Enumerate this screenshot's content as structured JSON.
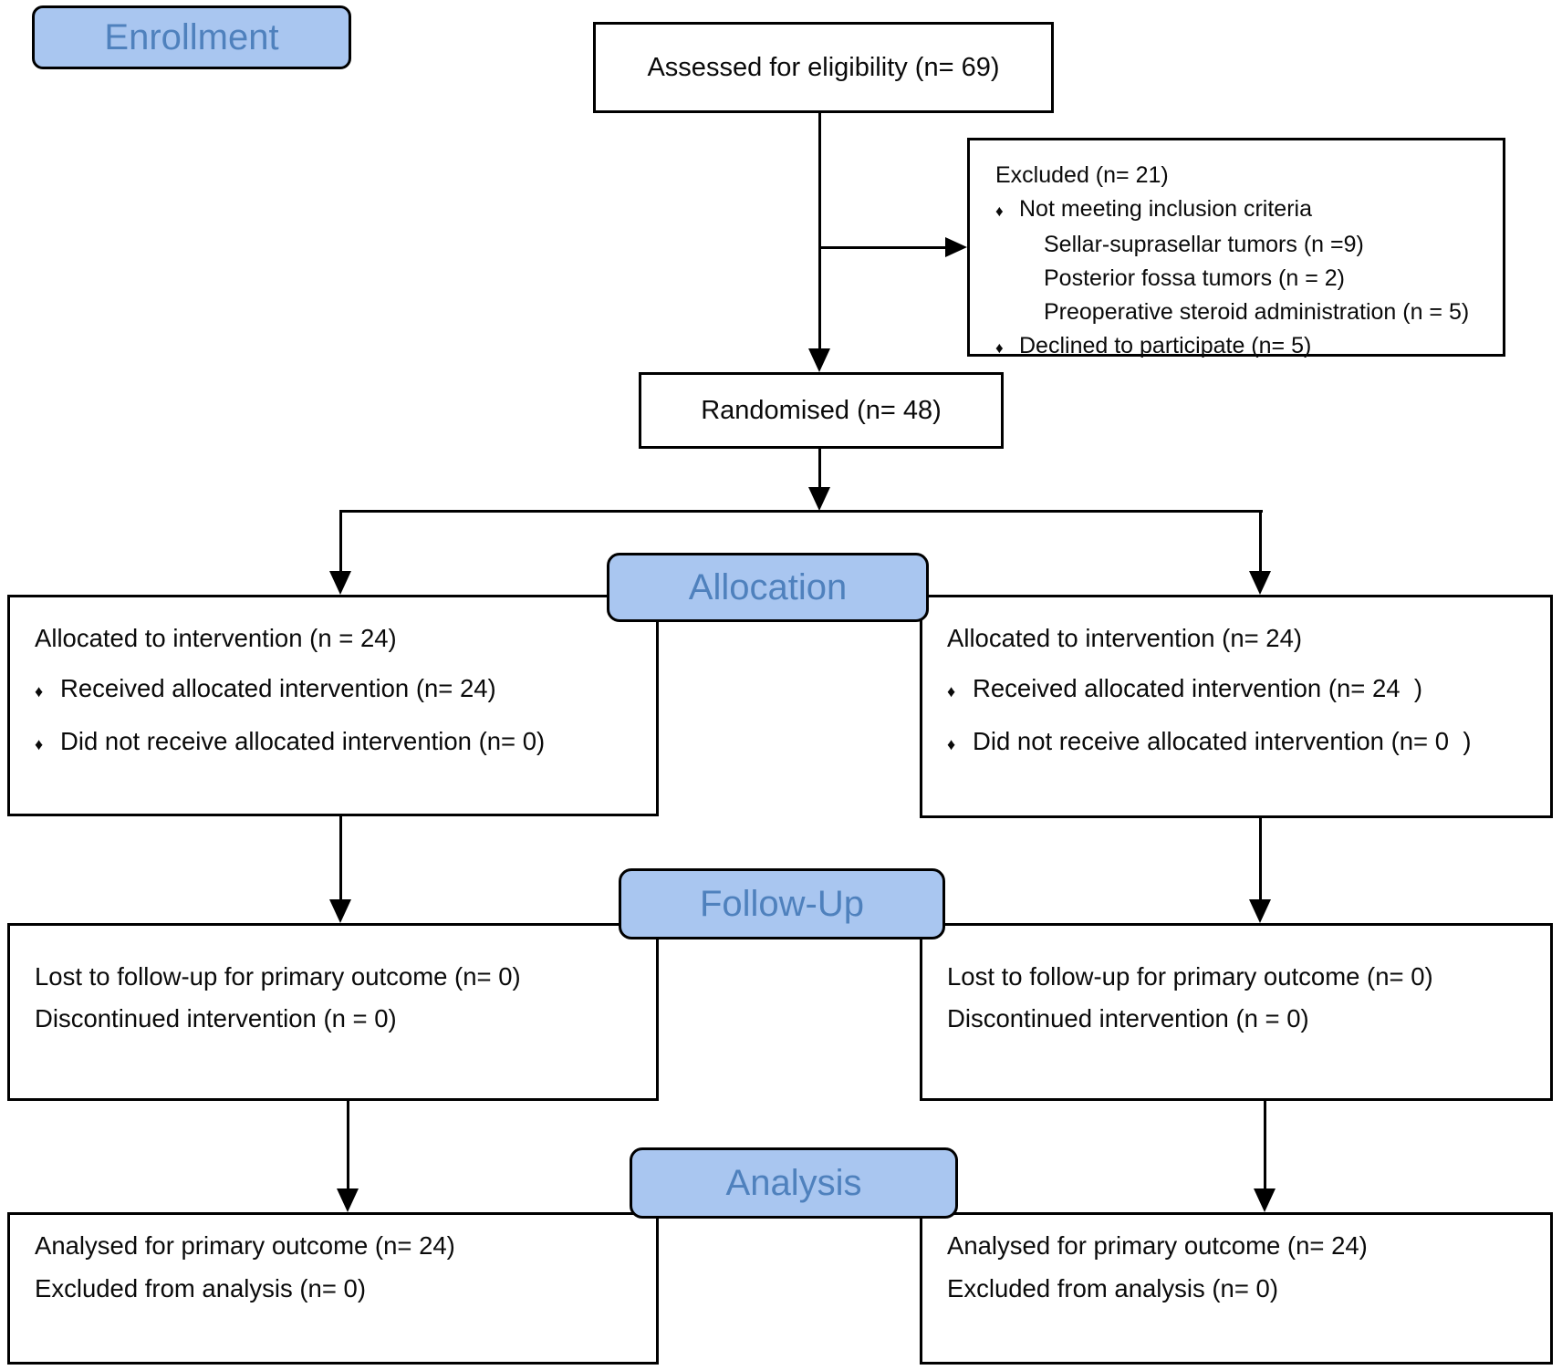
{
  "stages": {
    "enrollment": "Enrollment",
    "allocation": "Allocation",
    "followup": "Follow-Up",
    "analysis": "Analysis"
  },
  "bullet_glyph": "♦",
  "boxes": {
    "assessed": "Assessed for eligibility (n= 69)",
    "excluded": {
      "title": "Excluded (n= 21)",
      "bullet1": "Not meeting inclusion criteria",
      "sub1": "Sellar-suprasellar tumors (n =9)",
      "sub2": "Posterior fossa tumors (n = 2)",
      "sub3": "Preoperative steroid administration (n = 5)",
      "bullet2": "Declined to participate (n= 5)"
    },
    "randomised": "Randomised (n= 48)",
    "alloc_left": {
      "title": "Allocated to intervention (n = 24)",
      "bullet1": "Received allocated intervention (n= 24)",
      "bullet2": "Did not receive allocated intervention (n= 0)"
    },
    "alloc_right": {
      "title": "Allocated to intervention (n= 24)",
      "bullet1": "Received allocated intervention (n= 24  )",
      "bullet2": "Did not receive allocated intervention (n= 0  )"
    },
    "fu_left": {
      "line1": "Lost to follow-up for primary outcome (n= 0)",
      "line2": "Discontinued intervention (n = 0)"
    },
    "fu_right": {
      "line1": "Lost to follow-up for primary outcome (n= 0)",
      "line2": "Discontinued intervention (n = 0)"
    },
    "an_left": {
      "line1": "Analysed for primary outcome (n= 24)",
      "line2": "Excluded from analysis (n= 0)"
    },
    "an_right": {
      "line1": "Analysed for primary outcome (n= 24)",
      "line2": "Excluded from analysis (n= 0)"
    }
  },
  "colors": {
    "stage_fill": "#a9c6f0",
    "stage_text": "#4f81bd",
    "line": "#000000",
    "box_bg": "#ffffff"
  }
}
